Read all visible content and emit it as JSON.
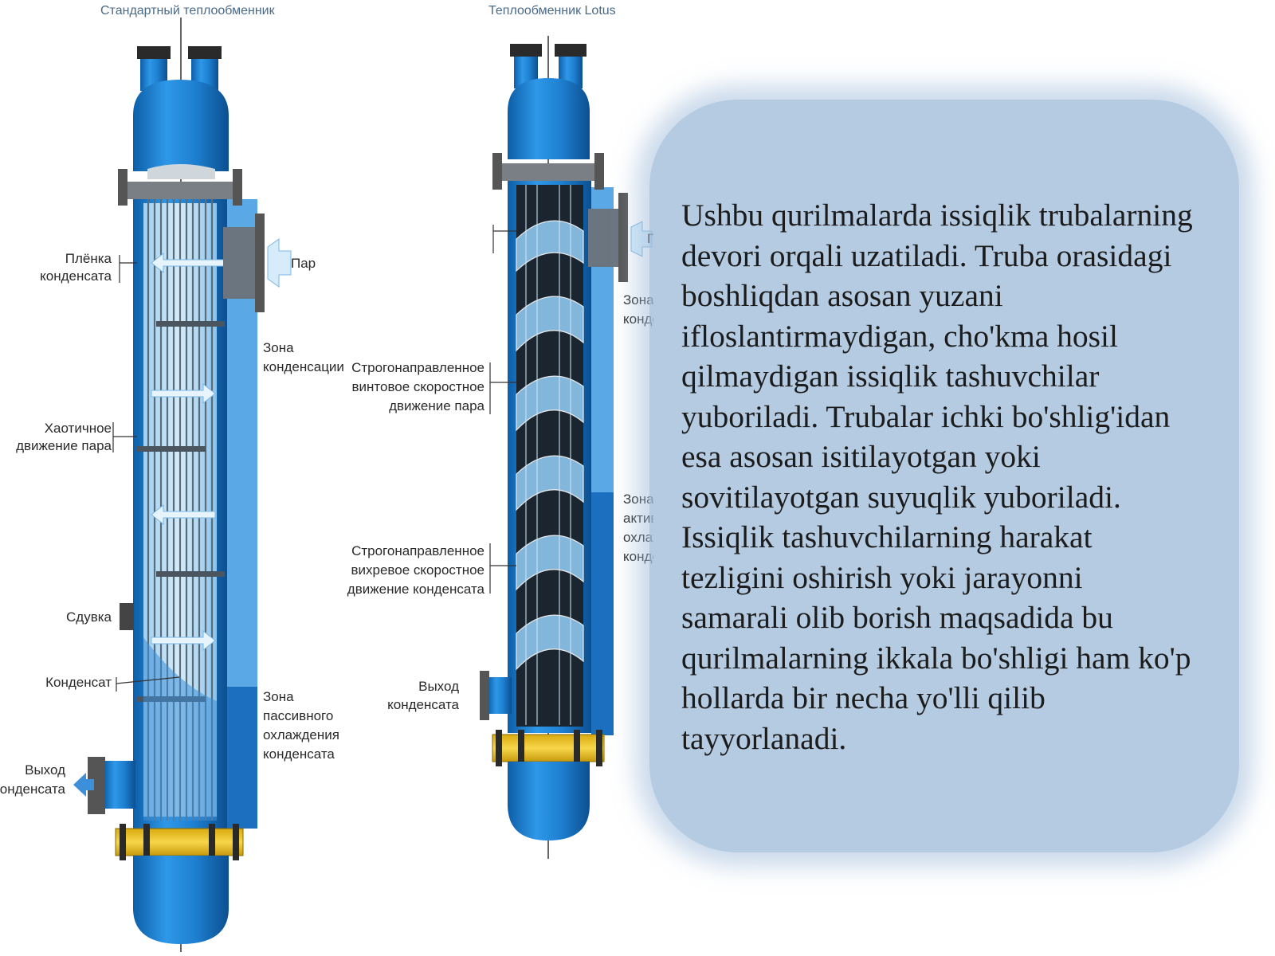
{
  "left_exchanger": {
    "title": "Стандартный теплообменник",
    "labels": {
      "film_1": "Плёнка",
      "film_2": "конденсата",
      "steam": "Пар",
      "cond_zone_1": "Зона",
      "cond_zone_2": "конденсации",
      "chaotic_1": "Хаотичное",
      "chaotic_2": "движение пара",
      "blowdown": "Сдувка",
      "condensate": "Конденсат",
      "passive_1": "Зона",
      "passive_2": "пассивного",
      "passive_3": "охлаждения",
      "passive_4": "конденсата",
      "outlet_1": "Выход",
      "outlet_2": "конденсата"
    }
  },
  "right_exchanger": {
    "title": "Теплообменник Lotus",
    "labels": {
      "screw_1": "Строгонаправленное",
      "screw_2": "винтовое скоростное",
      "screw_3": "движение пара",
      "vortex_1": "Строгонаправленное",
      "vortex_2": "вихревое скоростное",
      "vortex_3": "движение конденсата",
      "outlet_1": "Выход",
      "outlet_2": "конденсата",
      "steam_partial": "Па",
      "zone_a_1": "Зона",
      "zone_a_2": "конде",
      "zone_b_1": "Зона",
      "zone_b_2": "актив",
      "zone_b_3": "охлаж",
      "zone_b_4": "конде"
    }
  },
  "description": "Ushbu qurilmalarda issiqlik trubalarning devori orqali uzatiladi. Truba orasidagi boshliqdan asosan yuzani ifloslantirmaydigan, cho'kma hosil qilmaydigan issiqlik tashuvchilar yuboriladi. Trubalar ichki bo'shlig'idan esa asosan isitilayotgan yoki sovitilayotgan suyuqlik yuboriladi. Issiqlik tashuvchilarning harakat tezligini oshirish yoki jarayonni samarali olib borish maqsadida bu qurilmalarning ikkala bo'shligi ham ko'p hollarda bir necha yo'lli qilib tayyorlanadi.",
  "colors": {
    "shell_blue": "#1e7fd0",
    "shell_dark": "#0f5fa8",
    "tube_gray": "#6e7f8e",
    "flange_yellow": "#f0c419",
    "zone_light": "#5aa9e6",
    "zone_dark": "#1c6fbf",
    "text_box": "#a0bcda"
  }
}
